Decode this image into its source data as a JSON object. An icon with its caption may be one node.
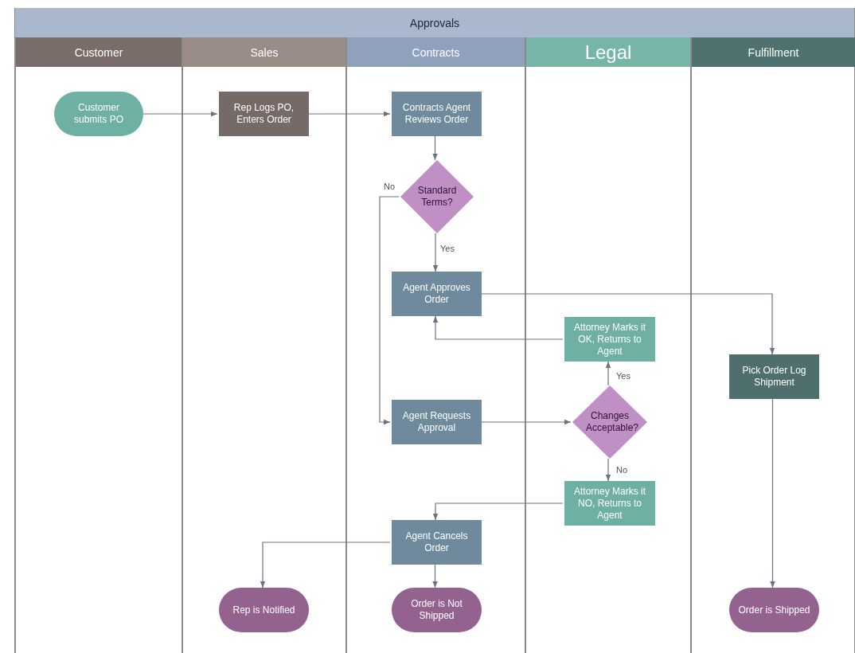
{
  "diagram": {
    "nodes": [
      {
        "text": [
          "Approvals"
        ]
      },
      {
        "text": [
          "Customer"
        ],
        "in": 0
      },
      {
        "text": [
          "Sales"
        ],
        "in": 0
      },
      {
        "text": [
          "Contracts"
        ],
        "in": 0
      },
      {
        "text": [
          "Legal"
        ],
        "in": 0
      },
      {
        "text": [
          "Fulfillment"
        ],
        "in": 0
      },
      {
        "text": [
          "Customer submits PO"
        ],
        "in": 1
      },
      {
        "text": [
          "Rep Logs PO, Enters Order"
        ],
        "in": 2
      },
      {
        "text": [
          "Contracts Agent Reviews Order"
        ],
        "in": 3
      },
      {
        "text": [
          "Standard Terms?"
        ],
        "in": 3
      },
      {
        "text": [
          "Agent Approves Order"
        ],
        "in": 3
      },
      {
        "text": [
          "Attorney Marks it OK, Returns to Agent"
        ],
        "in": 4
      },
      {
        "text": [
          "Pick Order Log Shipment"
        ],
        "in": 5
      },
      {
        "text": [
          "Agent Requests Approval"
        ],
        "in": 3
      },
      {
        "text": [
          "Changes Acceptable?"
        ],
        "in": 4
      },
      {
        "text": [
          "Attorney Marks it NO, Returns to Agent"
        ],
        "in": 4
      },
      {
        "text": [
          "Agent Cancels Order"
        ],
        "in": 3
      },
      {
        "text": [
          "Rep is Notified"
        ],
        "in": 2
      },
      {
        "text": [
          "Order is Not Shipped"
        ],
        "in": 3
      },
      {
        "text": [
          "Order is Shipped"
        ],
        "in": 5
      }
    ],
    "edges": [
      {
        "from": 6,
        "to": 7,
        "arrow": "to"
      },
      {
        "from": 7,
        "to": 8,
        "arrow": "to"
      },
      {
        "from": 8,
        "to": 9,
        "arrow": "to"
      },
      {
        "from": 9,
        "to": 13,
        "arrow": "to",
        "label": "No"
      },
      {
        "from": 9,
        "to": 10,
        "arrow": "to",
        "label": "Yes"
      },
      {
        "from": 10,
        "to": 12,
        "arrow": "to"
      },
      {
        "from": 11,
        "to": 10,
        "arrow": "to"
      },
      {
        "from": 13,
        "to": 14,
        "arrow": "to"
      },
      {
        "from": 14,
        "to": 11,
        "arrow": "to",
        "label": "Yes"
      },
      {
        "from": 14,
        "to": 15,
        "arrow": "to",
        "label": "No"
      },
      {
        "from": 15,
        "to": 16,
        "arrow": "to"
      },
      {
        "from": 16,
        "to": 17,
        "arrow": "to"
      },
      {
        "from": 16,
        "to": 18,
        "arrow": "to"
      },
      {
        "from": 12,
        "to": 19,
        "arrow": "to"
      }
    ]
  }
}
